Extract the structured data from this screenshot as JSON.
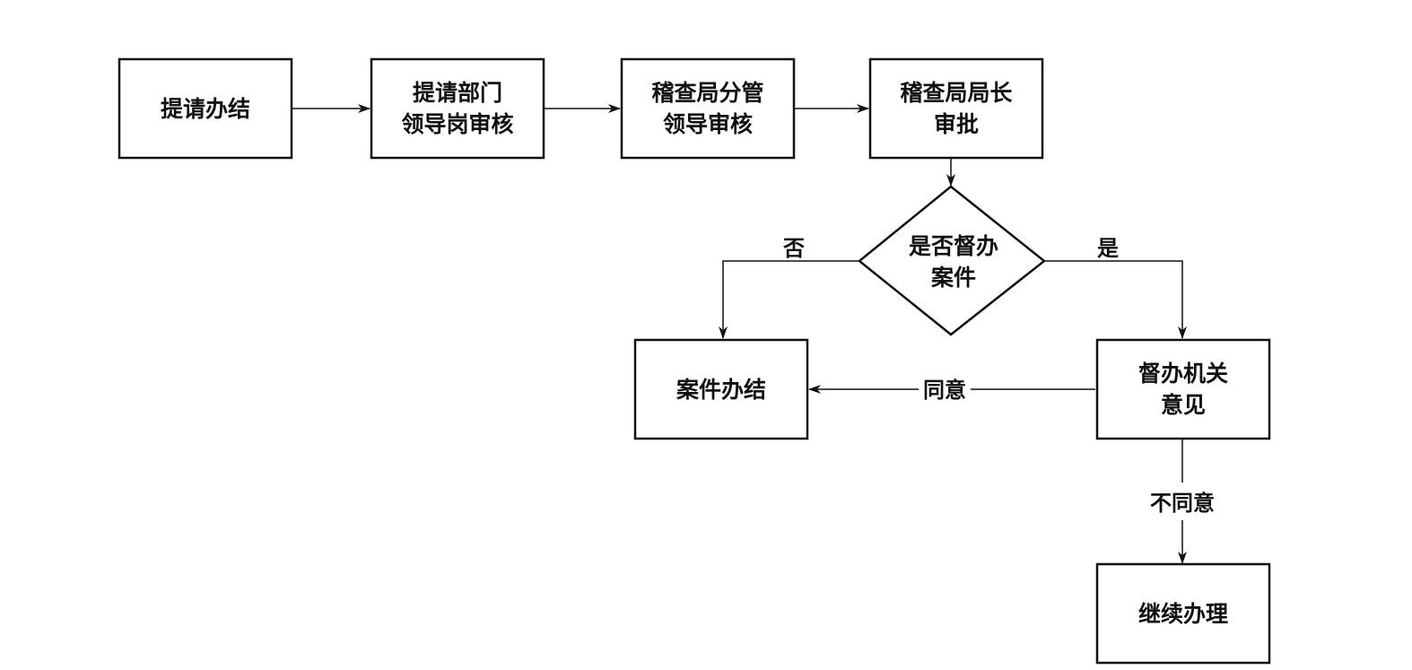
{
  "nodes": {
    "submit": {
      "lines": [
        "提请办结"
      ]
    },
    "dept_review": {
      "lines": [
        "提请部门",
        "领导岗审核"
      ]
    },
    "bureau_deputy_review": {
      "lines": [
        "稽查局分管",
        "领导审核"
      ]
    },
    "bureau_chief_approval": {
      "lines": [
        "稽查局局长",
        "审批"
      ]
    },
    "supervised_decision": {
      "lines": [
        "是否督办",
        "案件"
      ]
    },
    "case_closed": {
      "lines": [
        "案件办结"
      ]
    },
    "supervisor_opinion": {
      "lines": [
        "督办机关",
        "意见"
      ]
    },
    "continue_handling": {
      "lines": [
        "继续办理"
      ]
    }
  },
  "edges": {
    "no_label": "否",
    "yes_label": "是",
    "agree_label": "同意",
    "disagree_label": "不同意"
  },
  "colors": {
    "stroke": "#111111",
    "background": "#ffffff"
  }
}
